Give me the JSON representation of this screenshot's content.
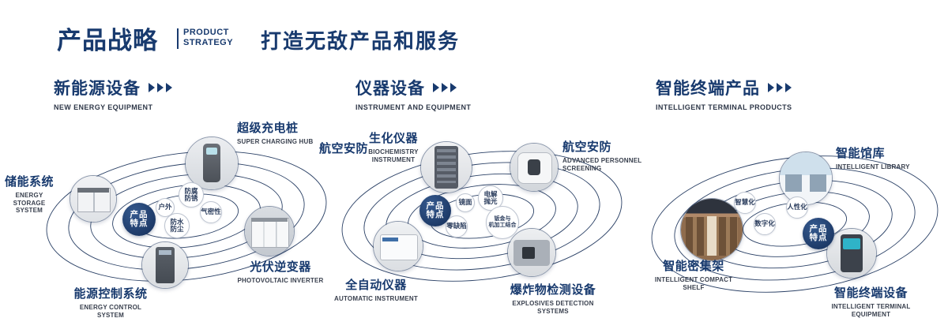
{
  "colors": {
    "primary": "#16386f",
    "background": "#ffffff"
  },
  "icons": {
    "section_arrow": "triple-chevron-right"
  },
  "header": {
    "title": "产品战略",
    "subtitle": "PRODUCT\nSTRATEGY",
    "tagline": "打造无敌产品和服务"
  },
  "sections": [
    {
      "title": "新能源设备",
      "subtitle": "NEW ENERGY EQUIPMENT",
      "center_label": "产品\n特点",
      "features": [
        "户外",
        "防腐\n防锈",
        "气密性",
        "防水\n防尘"
      ],
      "products": [
        {
          "name": "超级充电桩",
          "en": "SUPER CHARGING HUB"
        },
        {
          "name": "储能系统",
          "en": "ENERGY STORAGE\nSYSTEM"
        },
        {
          "name": "光伏逆变器",
          "en": "PHOTOVOLTAIC INVERTER"
        },
        {
          "name": "能源控制系统",
          "en": "ENERGY CONTROL SYSTEM"
        }
      ]
    },
    {
      "title": "仪器设备",
      "subtitle": "INSTRUMENT AND EQUIPMENT",
      "center_label": "产品\n特点",
      "side_label": "航空安防",
      "features": [
        "镜面",
        "电解\n抛光",
        "零缺陷",
        "钣金与\n机加工结合"
      ],
      "products": [
        {
          "name": "生化仪器",
          "en": "BIOCHEMISTRY\nINSTRUMENT"
        },
        {
          "name": "航空安防",
          "en": "ADVANCED PERSONNEL\nSCREENING"
        },
        {
          "name": "全自动仪器",
          "en": "AUTOMATIC INSTRUMENT"
        },
        {
          "name": "爆炸物检测设备",
          "en": "EXPLOSIVES DETECTION SYSTEMS"
        }
      ]
    },
    {
      "title": "智能终端产品",
      "subtitle": "INTELLIGENT TERMINAL PRODUCTS",
      "center_label": "产品\n特点",
      "features": [
        "智慧化",
        "人性化",
        "数字化"
      ],
      "products": [
        {
          "name": "智能馆库",
          "en": "INTELLIGENT LIBRARY"
        },
        {
          "name": "智能密集架",
          "en": "INTELLIGENT COMPACT\nSHELF"
        },
        {
          "name": "智能终端设备",
          "en": "INTELLIGENT TERMINAL EQUIPMENT"
        }
      ]
    }
  ]
}
